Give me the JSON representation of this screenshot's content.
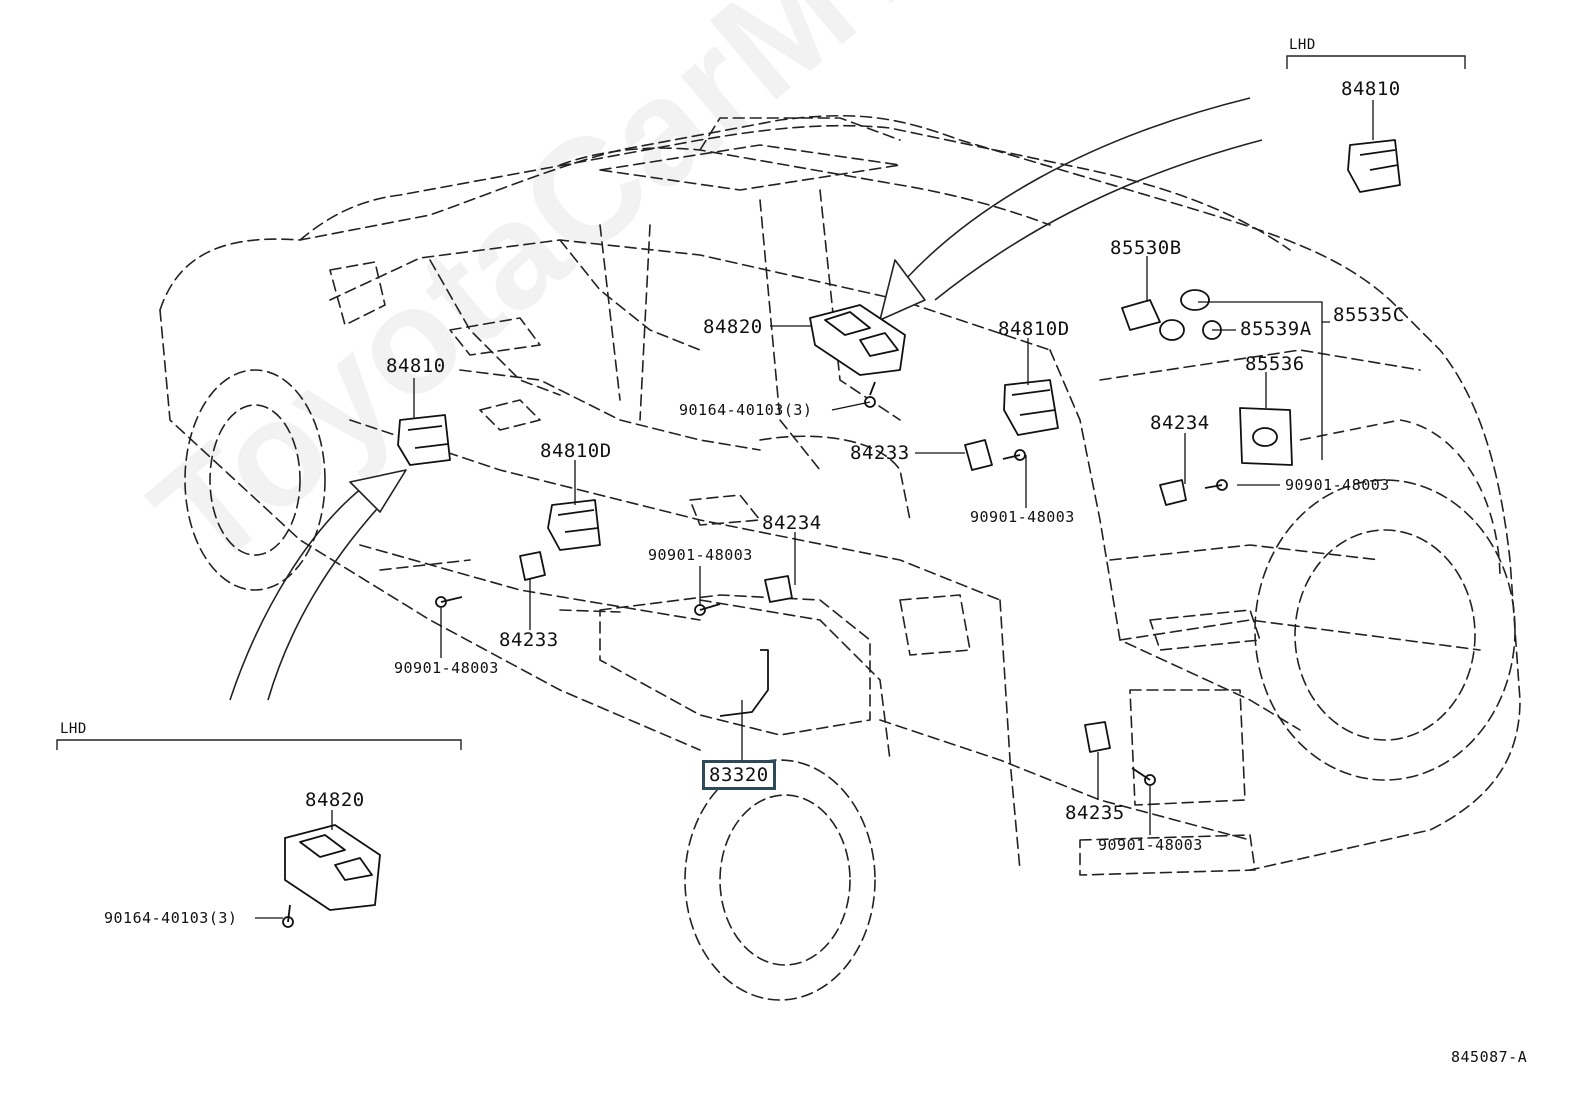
{
  "lhd_top": "LHD",
  "lhd_bottom": "LHD",
  "watermark": "ToyotaCarMTrade.ru",
  "diagram_id": "845087-A",
  "parts": {
    "p84810_lhd": "84810",
    "p85530b": "85530B",
    "p85535c": "85535C",
    "p85539a": "85539A",
    "p85536": "85536",
    "p84820": "84820",
    "p84810d_right": "84810D",
    "p84810_left": "84810",
    "p90164_top": "90164-40103(3)",
    "p84233_right": "84233",
    "p84234_right": "84234",
    "p90901_right1": "90901-48003",
    "p90901_right2": "90901-48003",
    "p84810d_mid": "84810D",
    "p84234_mid": "84234",
    "p90901_mid": "90901-48003",
    "p84233_left": "84233",
    "p90901_left": "90901-48003",
    "p83320": "83320",
    "p84820_lhd": "84820",
    "p90164_lhd": "90164-40103(3)",
    "p84235": "84235",
    "p90901_rear": "90901-48003"
  }
}
